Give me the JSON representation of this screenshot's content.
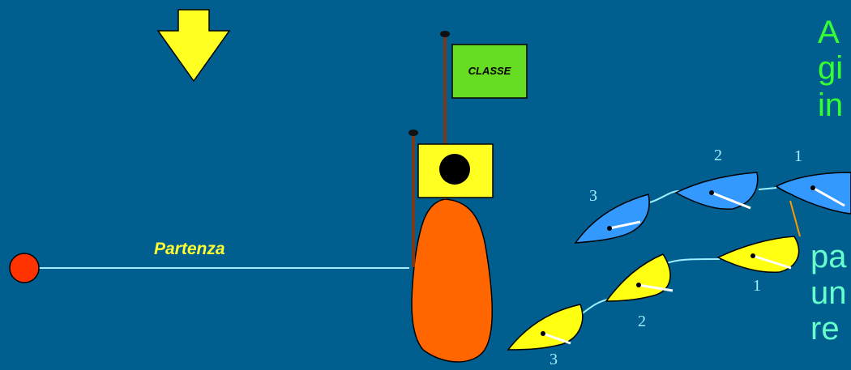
{
  "labels": {
    "start_line": "Partenza",
    "class_flag": "CLASSE"
  },
  "side_text": {
    "top_lines": [
      "A",
      "gi",
      "in"
    ],
    "bottom_lines": [
      "pa",
      "un",
      "re"
    ]
  },
  "blue_boat_numbers": [
    "1",
    "2",
    "3"
  ],
  "yellow_boat_numbers": [
    "1",
    "2",
    "3"
  ],
  "colors": {
    "background": "#005f8f",
    "arrow": "#ffff22",
    "flag_class": "#66dd22",
    "flag_p": "#ffff22",
    "boat_blue": "#3399ff",
    "boat_yellow": "#ffff11",
    "buoy": "#ff6600",
    "pin_buoy": "#ff3300",
    "green_text": "#33ff33",
    "aqua_text": "#66ffcc"
  },
  "icons": [
    "down-arrow-icon",
    "start-pin-buoy-icon",
    "committee-boat-icon",
    "class-flag-icon",
    "preparatory-flag-icon",
    "sailboat-icon"
  ]
}
